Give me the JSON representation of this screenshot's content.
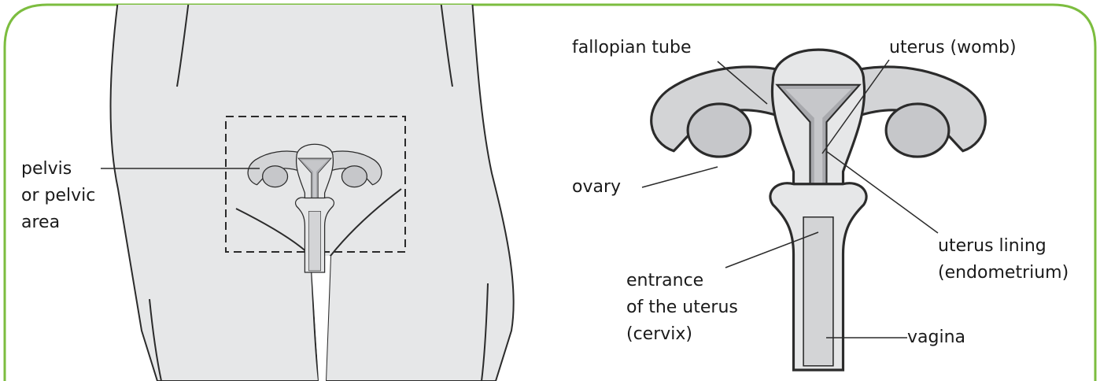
{
  "colors": {
    "border": "#7cbd3f",
    "body_fill": "#e6e7e8",
    "organ_fill": "#d3d4d6",
    "tissue_dark": "#a8a9ad",
    "outline": "#2b2b2b"
  },
  "labels": {
    "pelvis": [
      "pelvis",
      "or pelvic",
      "area"
    ],
    "fallopian_tube": "fallopian tube",
    "uterus_womb": "uterus (womb)",
    "ovary": "ovary",
    "uterus_lining": [
      "uterus lining",
      "(endometrium)"
    ],
    "cervix": [
      "entrance",
      "of the uterus",
      "(cervix)"
    ],
    "vagina": "vagina"
  }
}
